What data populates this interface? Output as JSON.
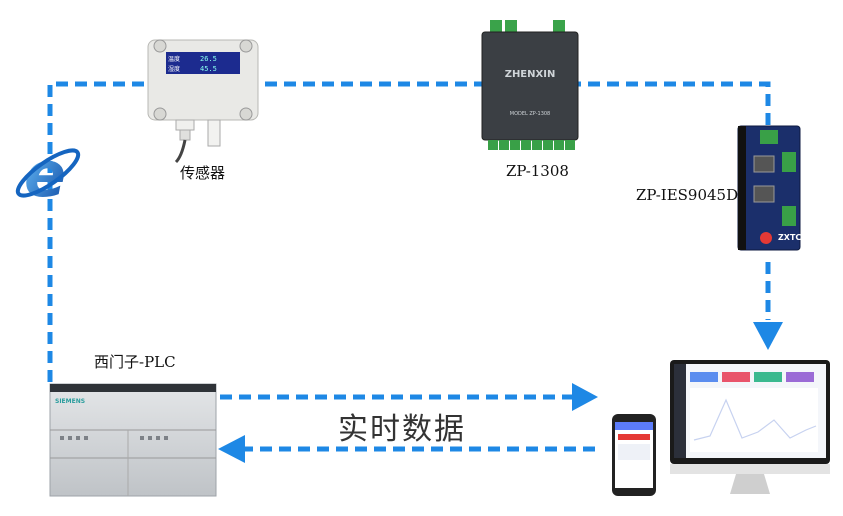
{
  "labels": {
    "sensor": "传感器",
    "zp1308": "ZP-1308",
    "gateway": "ZP-IES9045D",
    "plc": "西门子-PLC",
    "realtime": "实时数据"
  },
  "devices": {
    "sensor_display_line1": "26.5",
    "sensor_display_line2": "45.5",
    "zp1308_brand": "ZHENXIN",
    "zp1308_model": "MODEL  ZP-1308",
    "gateway_brand": "ZXTC",
    "plc_brand": "SIEMENS"
  },
  "icons": {
    "browser": "internet-explorer-icon"
  },
  "colors": {
    "connector": "#1e88e5",
    "ie_blue": "#1565c0"
  }
}
